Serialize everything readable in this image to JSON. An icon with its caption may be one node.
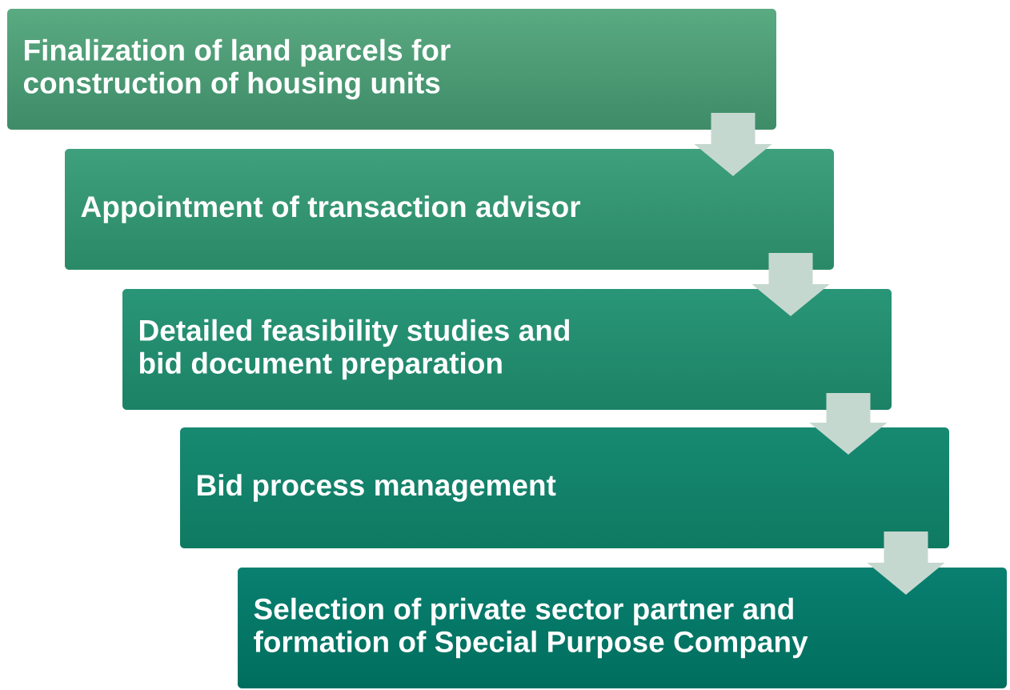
{
  "diagram": {
    "nodes": [
      {
        "text": [
          "Finalization of land parcels for construction of housing units"
        ]
      },
      {
        "text": [
          "Appointment of transaction advisor"
        ]
      },
      {
        "text": [
          "Detailed feasibility studies and bid document preparation"
        ]
      },
      {
        "text": [
          "Bid process management"
        ]
      },
      {
        "text": [
          "Selection of private sector partner and formation of Special Purpose Company"
        ]
      }
    ],
    "edges": [
      {
        "from": 0,
        "to": 1,
        "arrow": "to"
      },
      {
        "from": 1,
        "to": 2,
        "arrow": "to"
      },
      {
        "from": 2,
        "to": 3,
        "arrow": "to"
      },
      {
        "from": 3,
        "to": 4,
        "arrow": "to"
      }
    ]
  }
}
